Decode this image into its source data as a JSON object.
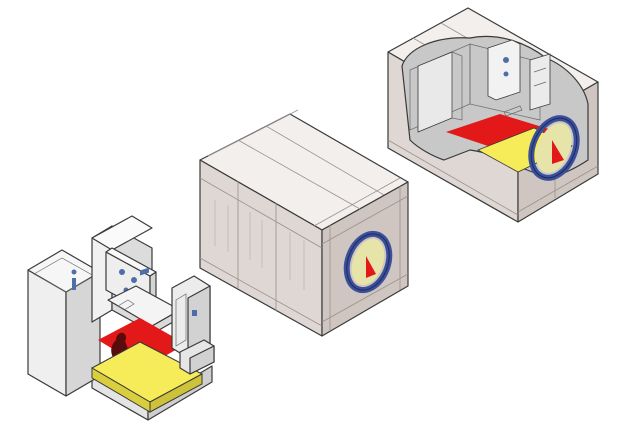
{
  "figure": {
    "views": [
      {
        "id": "assembled",
        "name": "assembled-capsule-view"
      },
      {
        "id": "cutaway",
        "name": "cutaway-capsule-view"
      },
      {
        "id": "exploded",
        "name": "exploded-interior-view"
      }
    ]
  },
  "colors": {
    "shell_top": "#f3efec",
    "shell_left": "#ded7d3",
    "shell_right": "#cfc6c1",
    "interior_wall": "#eeeeee",
    "interior_wall_shade": "#c9c9c9",
    "floor_red": "#e31818",
    "mattress_yellow": "#f6ec5a",
    "mattress_side": "#d9cf3e",
    "porthole_ring": "#3b4f9c",
    "porthole_glass": "#e6e4a8",
    "accent_blue": "#4d6ea8",
    "figure_silhouette": "#5a0b0b",
    "outline": "#3a3a3a"
  }
}
